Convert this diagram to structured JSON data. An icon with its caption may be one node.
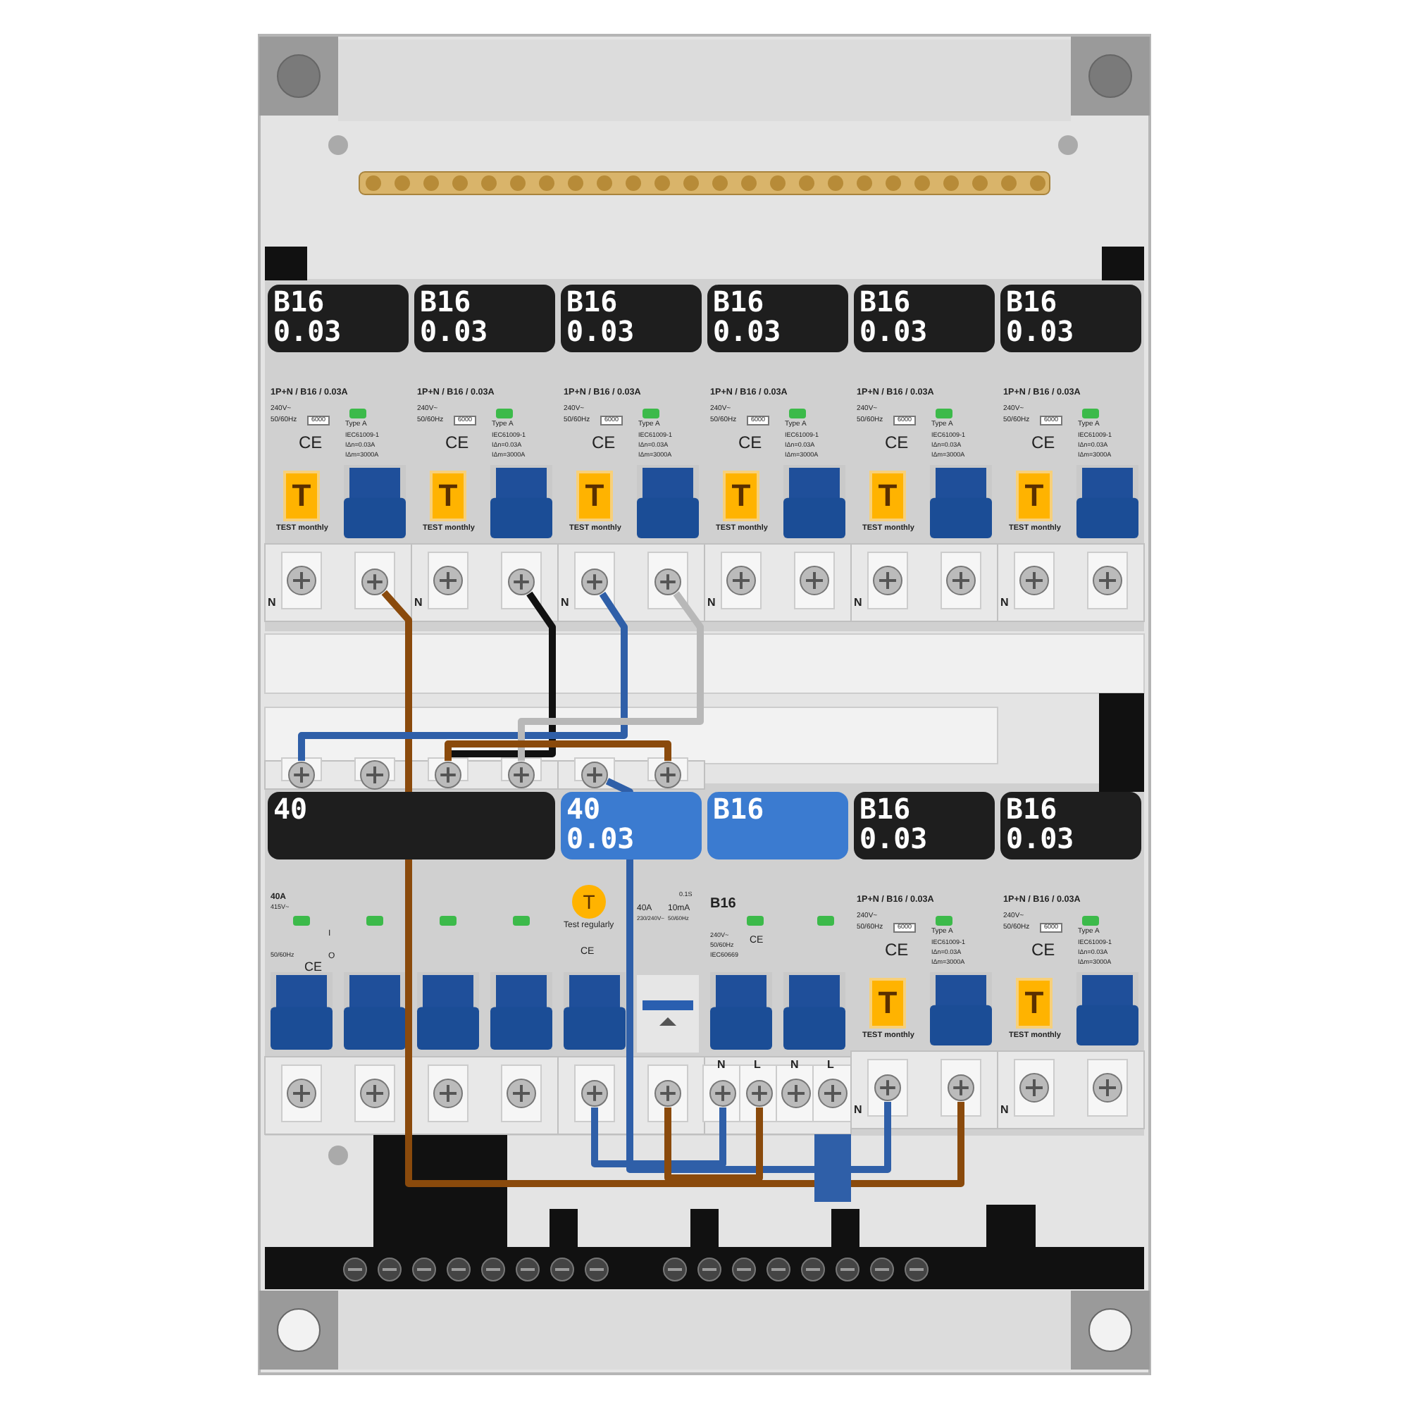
{
  "diagram": {
    "nodes": [
      {
        "text": [],
        "shape": "circle"
      },
      {
        "text": [],
        "shape": "circle"
      },
      {
        "text": [],
        "shape": "circle"
      },
      {
        "text": [],
        "shape": "circle"
      },
      {
        "text": [],
        "shape": "circle"
      },
      {
        "text": [],
        "shape": "circle"
      },
      {
        "text": [],
        "shape": "circle"
      },
      {
        "text": [],
        "shape": "circle"
      },
      {
        "text": [],
        "shape": "circle"
      },
      {
        "text": [],
        "shape": "circle"
      },
      {
        "text": [],
        "shape": "circle"
      },
      {
        "text": [],
        "shape": "circle"
      },
      {
        "text": [],
        "shape": "circle"
      },
      {
        "text": [],
        "shape": "circle"
      },
      {
        "text": [],
        "shape": "circle"
      }
    ],
    "edges": [
      {
        "from": 0,
        "to": 14,
        "arrow": "none",
        "color": "#8a4a0c"
      },
      {
        "from": 1,
        "to": 5,
        "arrow": "none",
        "color": "#111111"
      },
      {
        "from": 2,
        "to": 4,
        "arrow": "none",
        "color": "#2f5fa8"
      },
      {
        "from": 3,
        "to": 6,
        "arrow": "none",
        "color": "#b8b8b8"
      },
      {
        "from": 7,
        "to": 13,
        "arrow": "none",
        "color": "#2f5fa8"
      },
      {
        "from": 5,
        "to": 8,
        "arrow": "none",
        "color": "#8a4a0c"
      },
      {
        "from": 9,
        "to": 11,
        "arrow": "none",
        "color": "#2f5fa8"
      },
      {
        "from": 10,
        "to": 12,
        "arrow": "none",
        "color": "#8a4a0c"
      }
    ],
    "labels": [
      "B16 0.03",
      "1P+N / B16 / 0.03A",
      "240V~",
      "50/60Hz",
      "6000",
      "CE",
      "T",
      "TEST monthly",
      "Type A",
      "IEC61009-1",
      "IΔn=0.03A",
      "IΔm=3000A",
      "N",
      "B16 0.03",
      "1P+N / B16 / 0.03A",
      "240V~",
      "50/60Hz",
      "6000",
      "CE",
      "T",
      "TEST monthly",
      "Type A",
      "IEC61009-1",
      "IΔn=0.03A",
      "IΔm=3000A",
      "N",
      "B16 0.03",
      "1P+N / B16 / 0.03A",
      "240V~",
      "50/60Hz",
      "6000",
      "CE",
      "T",
      "TEST monthly",
      "Type A",
      "IEC61009-1",
      "IΔn=0.03A",
      "IΔm=3000A",
      "N",
      "B16 0.03",
      "1P+N / B16 / 0.03A",
      "240V~",
      "50/60Hz",
      "6000",
      "CE",
      "T",
      "TEST monthly",
      "Type A",
      "IEC61009-1",
      "IΔn=0.03A",
      "IΔm=3000A",
      "N",
      "B16 0.03",
      "1P+N / B16 / 0.03A",
      "240V~",
      "50/60Hz",
      "6000",
      "CE",
      "T",
      "TEST monthly",
      "Type A",
      "IEC61009-1",
      "IΔn=0.03A",
      "IΔm=3000A",
      "N",
      "B16 0.03",
      "1P+N / B16 / 0.03A",
      "240V~",
      "50/60Hz",
      "6000",
      "CE",
      "T",
      "TEST monthly",
      "Type A",
      "IEC61009-1",
      "IΔn=0.03A",
      "IΔm=3000A",
      "N",
      "40",
      "40A",
      "415V~",
      "50/60Hz",
      "CE",
      "I",
      "O",
      "40 0.03",
      "T",
      "Test regularly",
      "CE",
      "0.1S",
      "40A",
      "10mA",
      "230/240V~",
      "50/60Hz",
      "B16",
      "B16",
      "240V~",
      "50/60Hz",
      "IEC60669",
      "CE",
      "N",
      "L",
      "N",
      "L",
      "B16 0.03",
      "1P+N / B16 / 0.03A",
      "240V~",
      "50/60Hz",
      "6000",
      "CE",
      "T",
      "TEST monthly",
      "Type A",
      "IEC61009-1",
      "IΔn=0.03A",
      "IΔm=3000A",
      "N",
      "B16 0.03",
      "1P+N / B16 / 0.03A",
      "240V~",
      "50/60Hz",
      "6000",
      "CE",
      "T",
      "TEST monthly",
      "Type A",
      "IEC61009-1",
      "IΔn=0.03A",
      "IΔm=3000A",
      "N"
    ]
  }
}
